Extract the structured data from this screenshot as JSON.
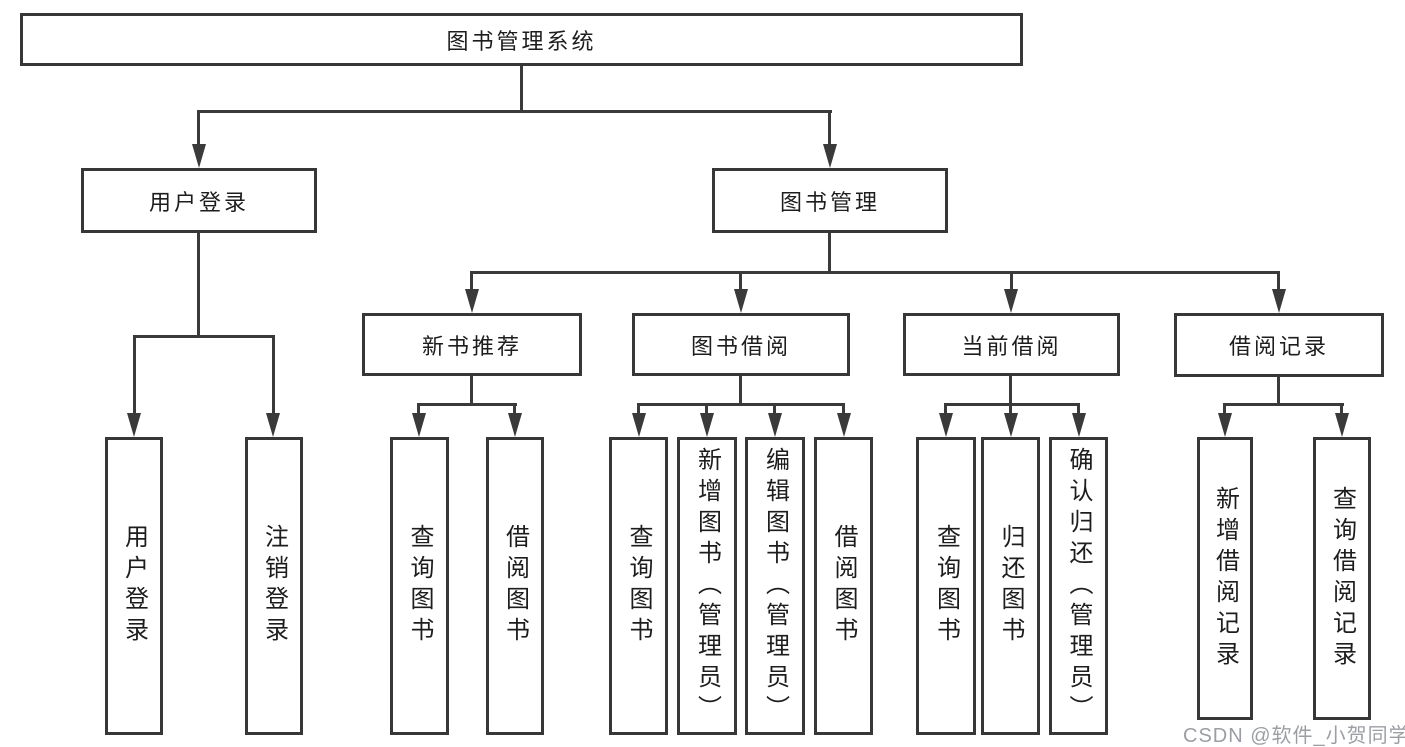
{
  "diagram": {
    "title": "图书管理系统",
    "root": {
      "label": "图书管理系统"
    },
    "branches": [
      {
        "label": "用户登录",
        "children": [
          {
            "label": "用户登录"
          },
          {
            "label": "注销登录"
          }
        ]
      },
      {
        "label": "图书管理",
        "children": [
          {
            "label": "新书推荐",
            "children": [
              {
                "label": "查询图书"
              },
              {
                "label": "借阅图书"
              }
            ]
          },
          {
            "label": "图书借阅",
            "children": [
              {
                "label": "查询图书"
              },
              {
                "label": "新增图书（管理员）"
              },
              {
                "label": "编辑图书（管理员）"
              },
              {
                "label": "借阅图书"
              }
            ]
          },
          {
            "label": "当前借阅",
            "children": [
              {
                "label": "查询图书"
              },
              {
                "label": "归还图书"
              },
              {
                "label": "确认归还（管理员）"
              }
            ]
          },
          {
            "label": "借阅记录",
            "children": [
              {
                "label": "新增借阅记录"
              },
              {
                "label": "查询借阅记录"
              }
            ]
          }
        ]
      }
    ],
    "colors": {
      "line": "#3a3a3a",
      "box_border": "#373737",
      "box_fill": "#ffffff",
      "text": "#1d1d1d",
      "background": "#ffffff"
    }
  },
  "watermark": {
    "text": "CSDN @软件_小贺同学",
    "color": "#9b9ea3"
  }
}
